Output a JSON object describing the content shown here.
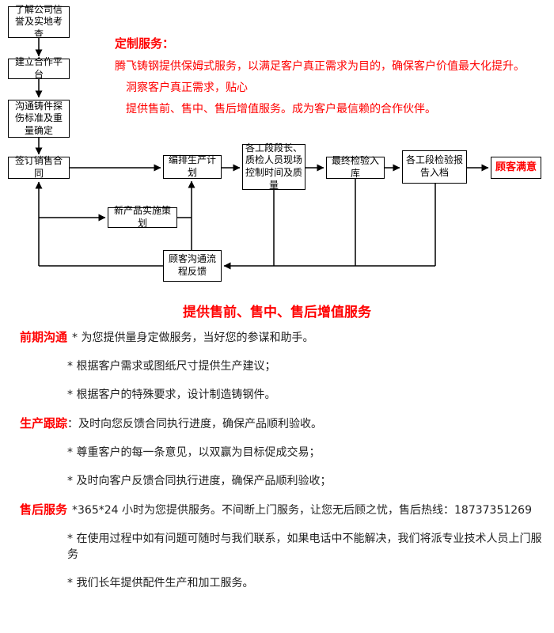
{
  "colors": {
    "accent_red": "#ff0000",
    "body_text": "#222222",
    "line": "#000000"
  },
  "flowchart": {
    "boxes": {
      "company_reputation": "了解公司信誉及实地考查",
      "cooperation_platform": "建立合作平台",
      "flaw_standard": "沟通铸件探伤标准及重量确定",
      "sales_contract": "签订销售合同",
      "production_plan": "编排生产计划",
      "section_control": "各工段段长、质检人员现场控制时间及质量",
      "final_inspection": "最终检验入库",
      "inspection_report": "各工段检验报告入档",
      "customer_satisfaction": "顾客满意",
      "new_product_planning": "新产品实施策划",
      "customer_feedback": "顾客沟通流程反馈"
    }
  },
  "intro": {
    "title": "定制服务：",
    "line1": "腾飞铸钢提供保姆式服务，以满足客户真正需求为目的，确保客户价值最大化提升。",
    "line2": "洞察客户真正需求，贴心",
    "line3": "提供售前、售中、售后增值服务。成为客户最信赖的合作伙伴。"
  },
  "services": {
    "heading": "提供售前、售中、售后增值服务",
    "sections": [
      {
        "label": "前期沟通",
        "first": "* 为您提供量身定做服务，当好您的参谋和助手。",
        "rest": [
          "* 根据客户需求或图纸尺寸提供生产建议；",
          "* 根据客户的特殊要求，设计制造铸钢件。"
        ]
      },
      {
        "label": "生产跟踪",
        "first": "：及时向您反馈合同执行进度，确保产品顺利验收。",
        "rest": [
          "* 尊重客户的每一条意见，以双赢为目标促成交易；",
          "* 及时向客户反馈合同执行进度，确保产品顺利验收；"
        ]
      },
      {
        "label": "售后服务",
        "first": "*365*24 小时为您提供服务。不间断上门服务，让您无后顾之忧，售后热线：18737351269",
        "rest": [
          "* 在使用过程中如有问题可随时与我们联系，如果电话中不能解决，我们将派专业技术人员上门服务",
          "* 我们长年提供配件生产和加工服务。"
        ]
      }
    ]
  }
}
